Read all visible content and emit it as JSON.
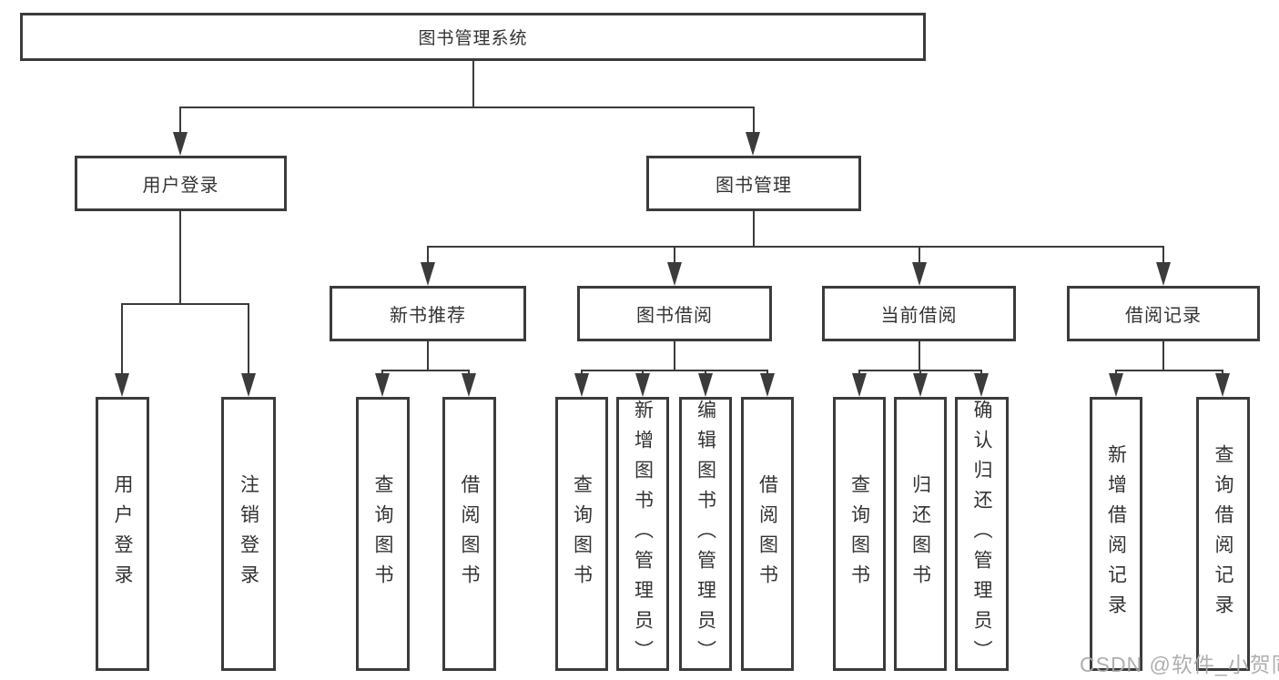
{
  "root": {
    "label": "图书管理系统"
  },
  "branches": [
    {
      "label": "用户登录",
      "children": [
        {
          "label": "用户登录"
        },
        {
          "label": "注销登录"
        }
      ]
    },
    {
      "label": "图书管理",
      "children": [
        {
          "label": "新书推荐",
          "children": [
            {
              "label": "查询图书"
            },
            {
              "label": "借阅图书"
            }
          ]
        },
        {
          "label": "图书借阅",
          "children": [
            {
              "label": "查询图书"
            },
            {
              "label": "新增图书（管理员）"
            },
            {
              "label": "编辑图书（管理员）"
            },
            {
              "label": "借阅图书"
            }
          ]
        },
        {
          "label": "当前借阅",
          "children": [
            {
              "label": "查询图书"
            },
            {
              "label": "归还图书"
            },
            {
              "label": "确认归还（管理员）"
            }
          ]
        },
        {
          "label": "借阅记录",
          "children": [
            {
              "label": "新增借阅记录"
            },
            {
              "label": "查询借阅记录"
            }
          ]
        }
      ]
    }
  ],
  "watermark": {
    "text": "CSDN @软件_小贺同学"
  },
  "colors": {
    "line": "#3b3b3b",
    "text": "#333333",
    "watermark": "#a8a8a8",
    "background": "#ffffff"
  }
}
